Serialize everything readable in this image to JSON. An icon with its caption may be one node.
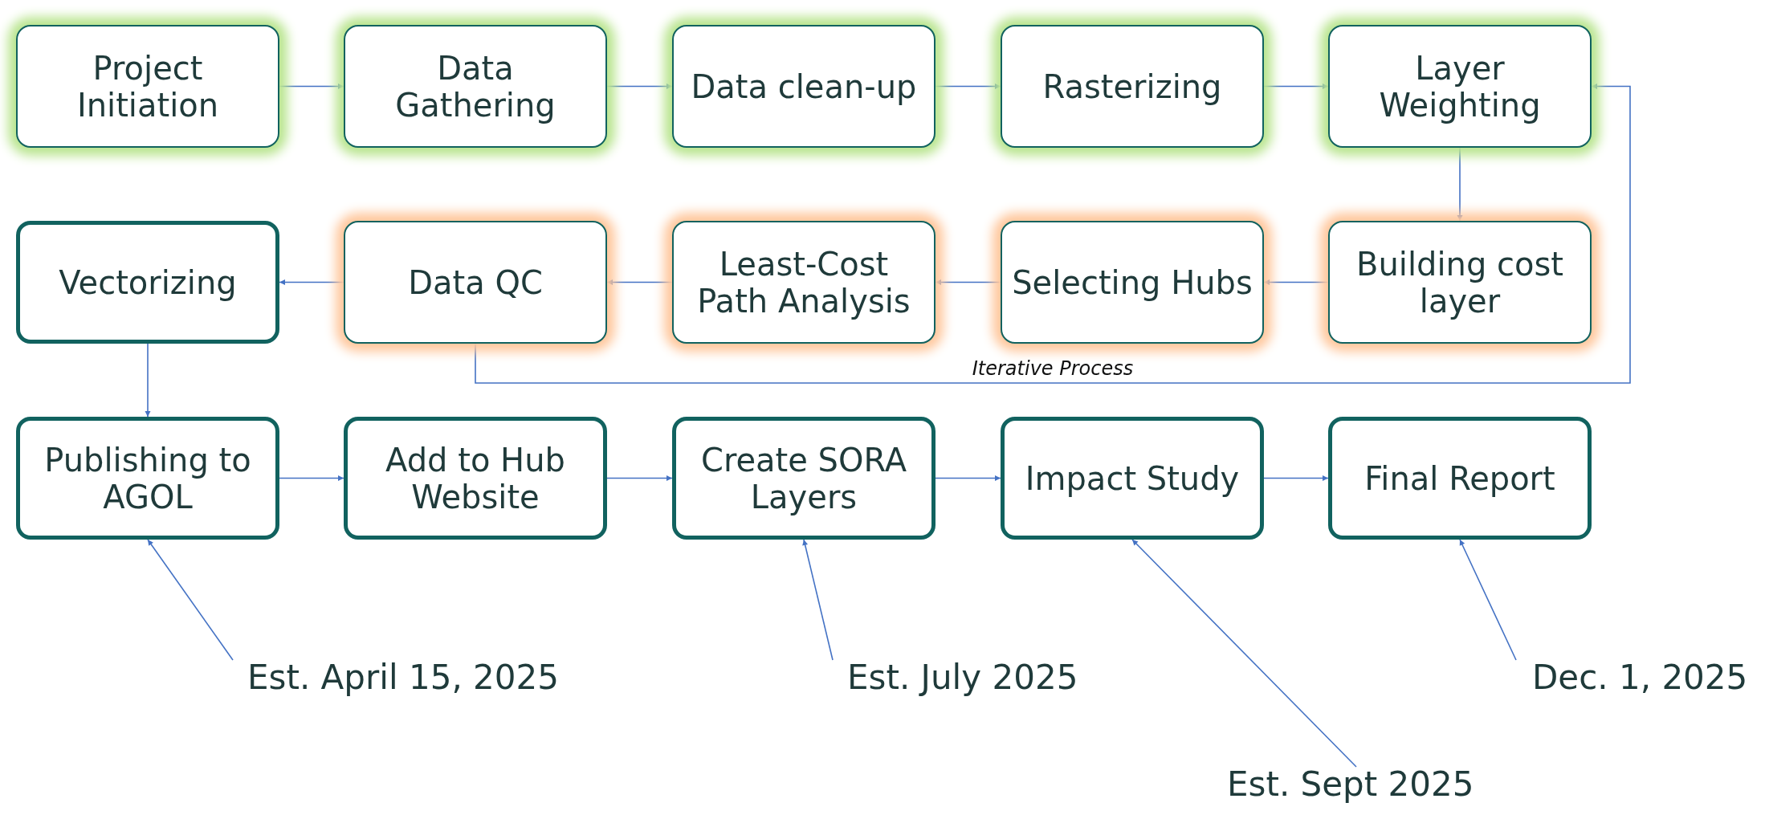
{
  "diagram": {
    "nodes": [
      {
        "text": [
          "Project Initiation"
        ]
      },
      {
        "text": [
          "Data Gathering"
        ]
      },
      {
        "text": [
          "Data clean-up"
        ]
      },
      {
        "text": [
          "Rasterizing"
        ]
      },
      {
        "text": [
          "Layer Weighting"
        ]
      },
      {
        "text": [
          "Vectorizing"
        ]
      },
      {
        "text": [
          "Data QC"
        ]
      },
      {
        "text": [
          "Least-Cost Path Analysis"
        ]
      },
      {
        "text": [
          "Selecting Hubs"
        ]
      },
      {
        "text": [
          "Building cost layer"
        ]
      },
      {
        "text": [
          "Publishing to AGOL"
        ]
      },
      {
        "text": [
          "Add to Hub Website"
        ]
      },
      {
        "text": [
          "Create SORA Layers"
        ]
      },
      {
        "text": [
          "Impact Study"
        ]
      },
      {
        "text": [
          "Final Report"
        ]
      },
      {
        "text": [
          "Est. April 15, 2025"
        ]
      },
      {
        "text": [
          "Est. July 2025"
        ]
      },
      {
        "text": [
          "Est. Sept 2025"
        ]
      },
      {
        "text": [
          "Dec. 1, 2025"
        ]
      }
    ],
    "edges": [
      {
        "from": 0,
        "to": 1,
        "arrow": "to"
      },
      {
        "from": 1,
        "to": 2,
        "arrow": "to"
      },
      {
        "from": 2,
        "to": 3,
        "arrow": "to"
      },
      {
        "from": 3,
        "to": 4,
        "arrow": "to"
      },
      {
        "from": 4,
        "to": 9,
        "arrow": "to"
      },
      {
        "from": 9,
        "to": 8,
        "arrow": "to"
      },
      {
        "from": 8,
        "to": 7,
        "arrow": "to"
      },
      {
        "from": 7,
        "to": 6,
        "arrow": "to"
      },
      {
        "from": 6,
        "to": 5,
        "arrow": "to"
      },
      {
        "from": 5,
        "to": 10,
        "arrow": "to"
      },
      {
        "from": 10,
        "to": 11,
        "arrow": "to"
      },
      {
        "from": 11,
        "to": 12,
        "arrow": "to"
      },
      {
        "from": 12,
        "to": 13,
        "arrow": "to"
      },
      {
        "from": 13,
        "to": 14,
        "arrow": "to"
      },
      {
        "from": 6,
        "to": 4,
        "arrow": "to",
        "label": "Iterative Process"
      },
      {
        "from": 15,
        "to": 10,
        "arrow": "to"
      },
      {
        "from": 16,
        "to": 12,
        "arrow": "to"
      },
      {
        "from": 17,
        "to": 13,
        "arrow": "to"
      },
      {
        "from": 18,
        "to": 14,
        "arrow": "to"
      }
    ]
  }
}
